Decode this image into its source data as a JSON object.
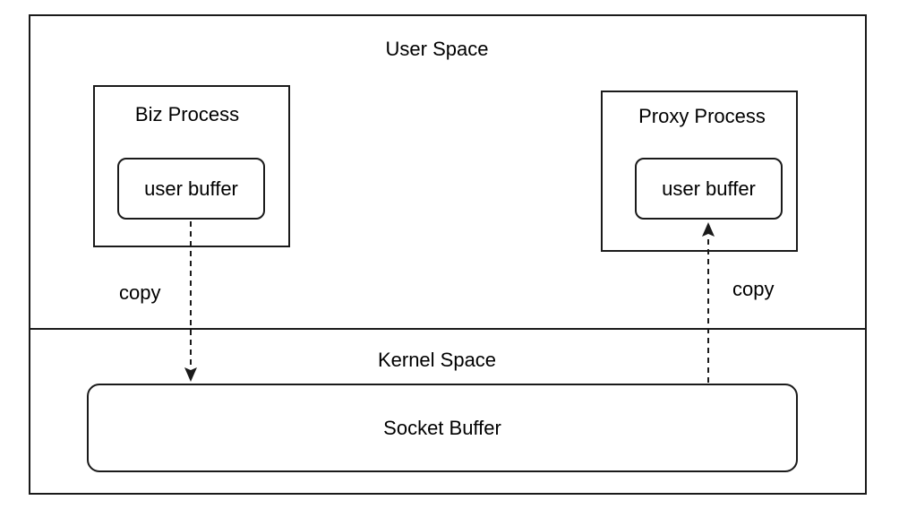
{
  "diagram": {
    "user_space_label": "User Space",
    "kernel_space_label": "Kernel Space",
    "biz_process": {
      "title": "Biz Process",
      "buffer_label": "user buffer"
    },
    "proxy_process": {
      "title": "Proxy Process",
      "buffer_label": "user buffer"
    },
    "socket_buffer_label": "Socket Buffer",
    "copy_down_label": "copy",
    "copy_up_label": "copy",
    "colors": {
      "stroke": "#1a1a1a",
      "background": "#ffffff",
      "text": "#000000"
    }
  }
}
